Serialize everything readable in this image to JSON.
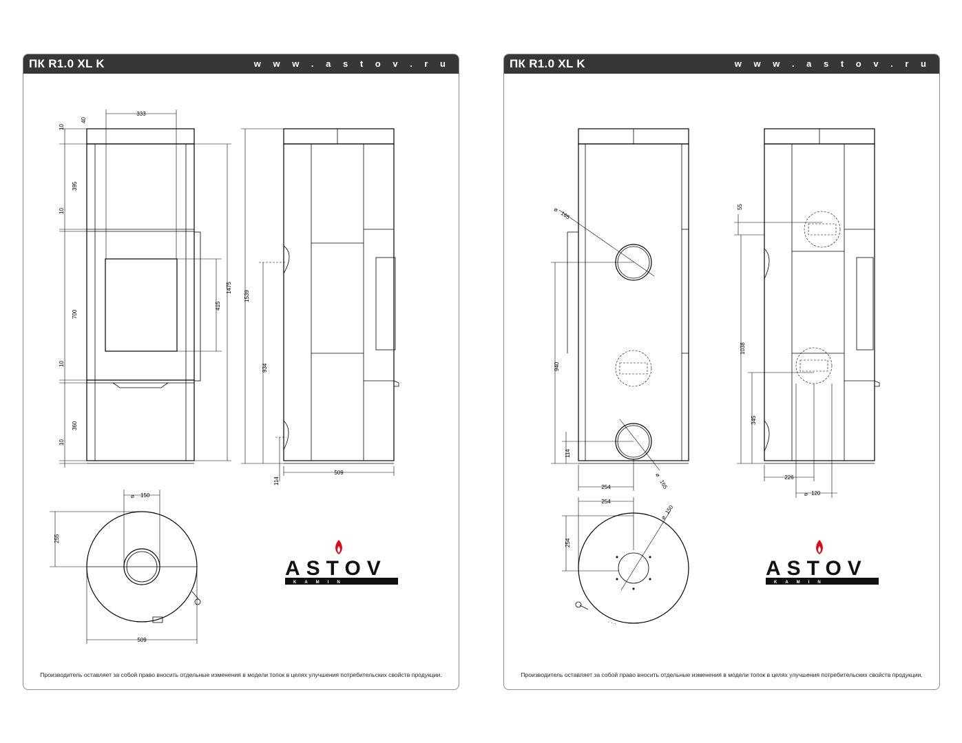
{
  "sheets": [
    {
      "title": "ПК R1.0 XL K",
      "url": "w w w . a s t o v . r u",
      "dimensions": {
        "top_width": "333",
        "top_10": "10",
        "top_40": "40",
        "upper_panel": "395",
        "gap_a": "10",
        "firebox": "700",
        "gap_b": "10",
        "lower_panel": "360",
        "gap_c": "10",
        "glass": "415",
        "total_inner": "1475",
        "total_height": "1539",
        "side_outlet": "934",
        "side_base": "114",
        "side_depth": "509",
        "plan_diameter": "150",
        "plan_offset": "255",
        "plan_width": "509"
      },
      "note": "Производитель оставляет за собой право вносить отдельные изменения в модели топок в целях улучшения потребительских свойств продукции."
    },
    {
      "title": "ПК R1.0 XL K",
      "url": "w w w . a s t o v . r u",
      "dimensions": {
        "dia_top": "165",
        "back_940": "940",
        "back_114": "114",
        "dia_bottom": "165",
        "back_254": "254",
        "side_55": "55",
        "side_1038": "1038",
        "side_345": "345",
        "side_226": "226",
        "side_dia_120": "120",
        "plan_254_h": "254",
        "plan_254_v": "254",
        "plan_dia_150": "150"
      },
      "note": "Производитель оставляет за собой право вносить отдельные изменения в модели топок в целях улучшения потребительских свойств продукции."
    }
  ],
  "logo": {
    "word": "ASTOV",
    "sub": "KAMIN",
    "flame_color": "#e30613",
    "text_color": "#111111"
  },
  "colors": {
    "header_bg": "#373737",
    "header_text": "#ffffff",
    "frame": "#8c8c8c"
  }
}
